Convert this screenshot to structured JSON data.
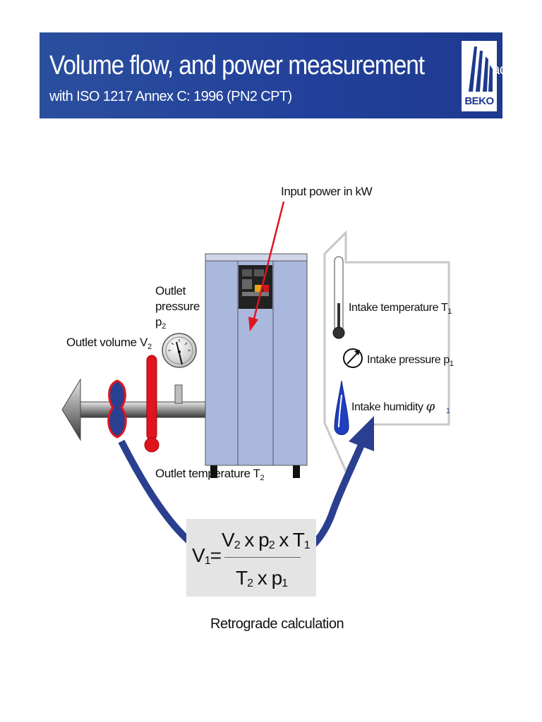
{
  "header": {
    "title_main": "Volume flow, and power measurement",
    "title_suffix": "in accordance",
    "title_line2": "with ISO 1217 Annex C: 1996 (PN2 CPT)",
    "logo_text": "BEKO"
  },
  "labels": {
    "input_power": "Input power in kW",
    "outlet_pressure_1": "Outlet",
    "outlet_pressure_2": "pressure",
    "outlet_pressure_3": "p",
    "outlet_pressure_sub": "2",
    "outlet_volume": "Outlet volume V",
    "outlet_volume_sub": "2",
    "outlet_temperature": "Outlet temperature T",
    "outlet_temperature_sub": "2",
    "intake_temperature": "Intake temperature T",
    "intake_temperature_sub": "1",
    "intake_pressure": "Intake pressure p",
    "intake_pressure_sub": "1",
    "intake_humidity": "Intake humidity ",
    "intake_humidity_symbol": "φ",
    "intake_humidity_sub": "1"
  },
  "formula": {
    "lhs": "V",
    "lhs_sub": "1",
    "lhs_eq": "=",
    "num_a": "V",
    "num_a_sub": "2",
    "num_op1": " x p",
    "num_b_sub": "2",
    "num_op2": " x T",
    "num_c_sub": "1",
    "den_a": "T",
    "den_a_sub": "2",
    "den_op": " x p",
    "den_b_sub": "1"
  },
  "caption": "Retrograde calculation",
  "colors": {
    "banner_blue": "#2b4f9e",
    "arrow_blue": "#2a3f8f",
    "red": "#e0141e",
    "compressor": "#aab8de",
    "formula_bg": "#e4e4e4"
  }
}
